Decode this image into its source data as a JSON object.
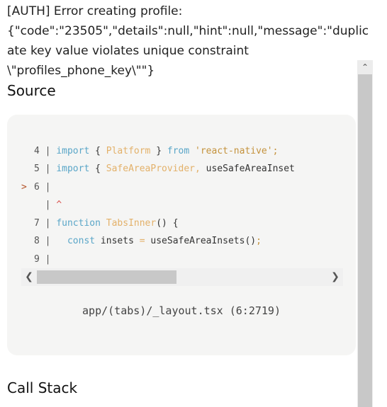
{
  "error": {
    "message": "[AUTH] Error creating profile: {\"code\":\"23505\",\"details\":null,\"hint\":null,\"message\":\"duplicate key value violates unique constraint \\\"profiles_phone_key\\\"\"}"
  },
  "source": {
    "heading": "Source",
    "lines": [
      {
        "marker": "",
        "gutter": "4 | ",
        "tokens": [
          {
            "t": "kw",
            "v": "import"
          },
          {
            "t": "plain",
            "v": " { "
          },
          {
            "t": "ident",
            "v": "Platform"
          },
          {
            "t": "plain",
            "v": " } "
          },
          {
            "t": "kw",
            "v": "from"
          },
          {
            "t": "plain",
            "v": " "
          },
          {
            "t": "str",
            "v": "'react-native';"
          }
        ]
      },
      {
        "marker": "",
        "gutter": "5 | ",
        "tokens": [
          {
            "t": "kw",
            "v": "import"
          },
          {
            "t": "plain",
            "v": " { "
          },
          {
            "t": "ident",
            "v": "SafeAreaProvider,"
          },
          {
            "t": "plain",
            "v": " useSafeAreaInset"
          }
        ]
      },
      {
        "marker": ">",
        "gutter": "6 | ",
        "tokens": []
      },
      {
        "marker": "",
        "gutter": "  | ",
        "tokens": [
          {
            "t": "caret",
            "v": "^"
          }
        ]
      },
      {
        "marker": "",
        "gutter": "7 | ",
        "tokens": [
          {
            "t": "kw",
            "v": "function"
          },
          {
            "t": "plain",
            "v": " "
          },
          {
            "t": "ident",
            "v": "TabsInner"
          },
          {
            "t": "plain",
            "v": "() {"
          }
        ]
      },
      {
        "marker": "",
        "gutter": "8 | ",
        "tokens": [
          {
            "t": "plain",
            "v": "  "
          },
          {
            "t": "kw",
            "v": "const"
          },
          {
            "t": "plain",
            "v": " insets "
          },
          {
            "t": "ident",
            "v": "="
          },
          {
            "t": "plain",
            "v": " useSafeAreaInsets()"
          },
          {
            "t": "str",
            "v": ";"
          }
        ]
      },
      {
        "marker": "",
        "gutter": "9 | ",
        "tokens": []
      }
    ],
    "location": "app/(tabs)/_layout.tsx (6:2719)"
  },
  "callstack": {
    "heading": "Call Stack"
  }
}
